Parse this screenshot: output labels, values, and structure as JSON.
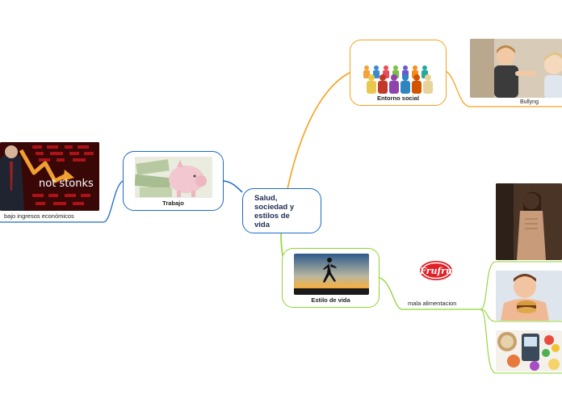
{
  "root": {
    "label": "Salud, sociedad y estilos de vida"
  },
  "branches": {
    "entorno": {
      "label": "Entorno social",
      "child": {
        "label": "Bullyng"
      }
    },
    "trabajo": {
      "label": "Trabajo",
      "child": {
        "label": "bajo ingresos económicos",
        "image_text": "not stonks"
      }
    },
    "estilo": {
      "label": "Estilo de vida",
      "child": {
        "label": "mala alimentacion"
      }
    }
  },
  "logo": {
    "text": "Frufru"
  },
  "colors": {
    "root": "#1b6cc4",
    "entorno": "#f7a21b",
    "trabajo": "#1b6cc4",
    "estilo": "#8fd431"
  }
}
